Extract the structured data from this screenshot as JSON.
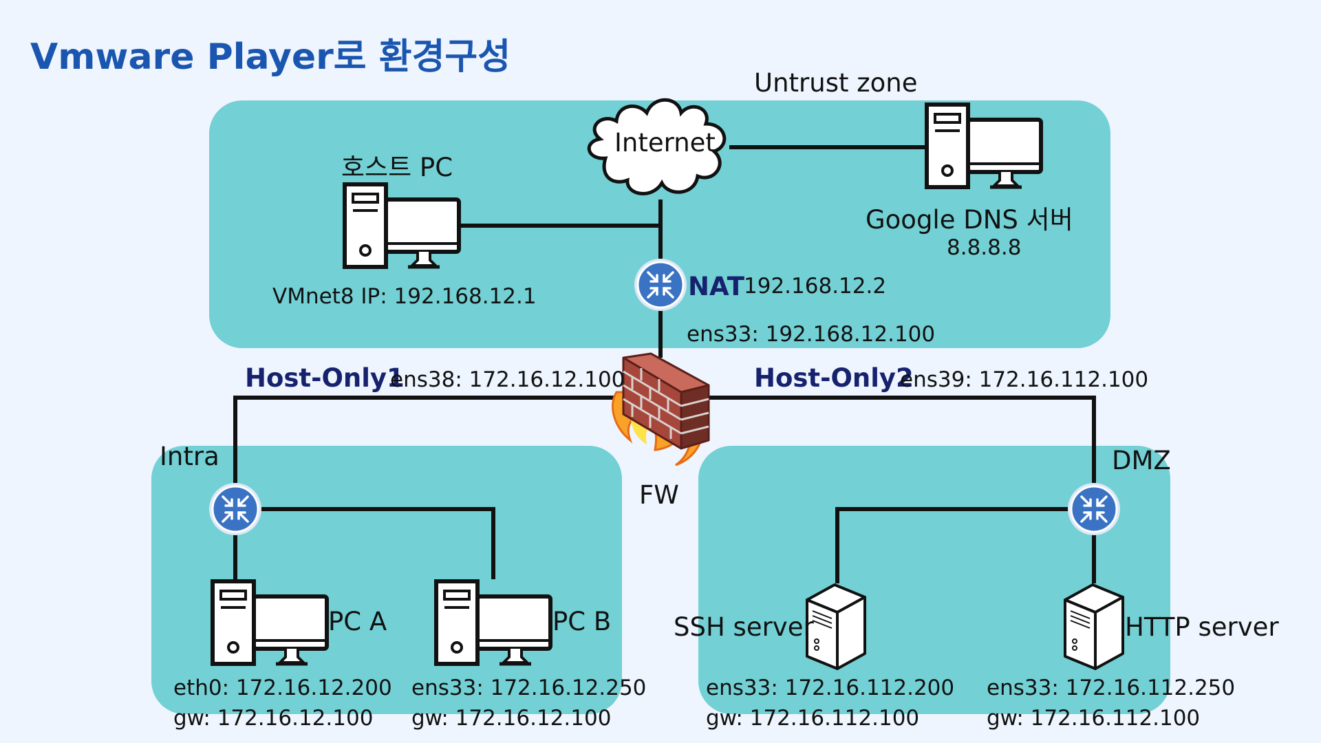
{
  "title": "Vmware Player로 환경구성",
  "zones": {
    "untrust": "Untrust zone",
    "intra": "Intra",
    "dmz": "DMZ"
  },
  "internet": {
    "label": "Internet"
  },
  "host_pc": {
    "name": "호스트 PC",
    "ip": "VMnet8 IP: 192.168.12.1"
  },
  "google_dns": {
    "name": "Google DNS 서버",
    "ip": "8.8.8.8"
  },
  "nat": {
    "label": "NAT",
    "ip": "192.168.12.2"
  },
  "fw": {
    "label": "FW",
    "ens33": "ens33: 192.168.12.100",
    "ens38": "ens38: 172.16.12.100",
    "ens39": "ens39: 172.16.112.100"
  },
  "host_only1": "Host-Only1",
  "host_only2": "Host-Only2",
  "pc_a": {
    "name": "PC A",
    "ip": "eth0: 172.16.12.200",
    "gw": "gw: 172.16.12.100"
  },
  "pc_b": {
    "name": "PC B",
    "ip": "ens33: 172.16.12.250",
    "gw": "gw: 172.16.12.100"
  },
  "ssh_server": {
    "name": "SSH server",
    "ip": "ens33: 172.16.112.200",
    "gw": "gw: 172.16.112.100"
  },
  "http_server": {
    "name": "HTTP server",
    "ip": "ens33: 172.16.112.250",
    "gw": "gw: 172.16.112.100"
  },
  "colors": {
    "background": "#eef5fe",
    "zone": "#73d0d4",
    "title": "#1a56b0",
    "router": "#3b73c4",
    "label_accent": "#17226e"
  }
}
